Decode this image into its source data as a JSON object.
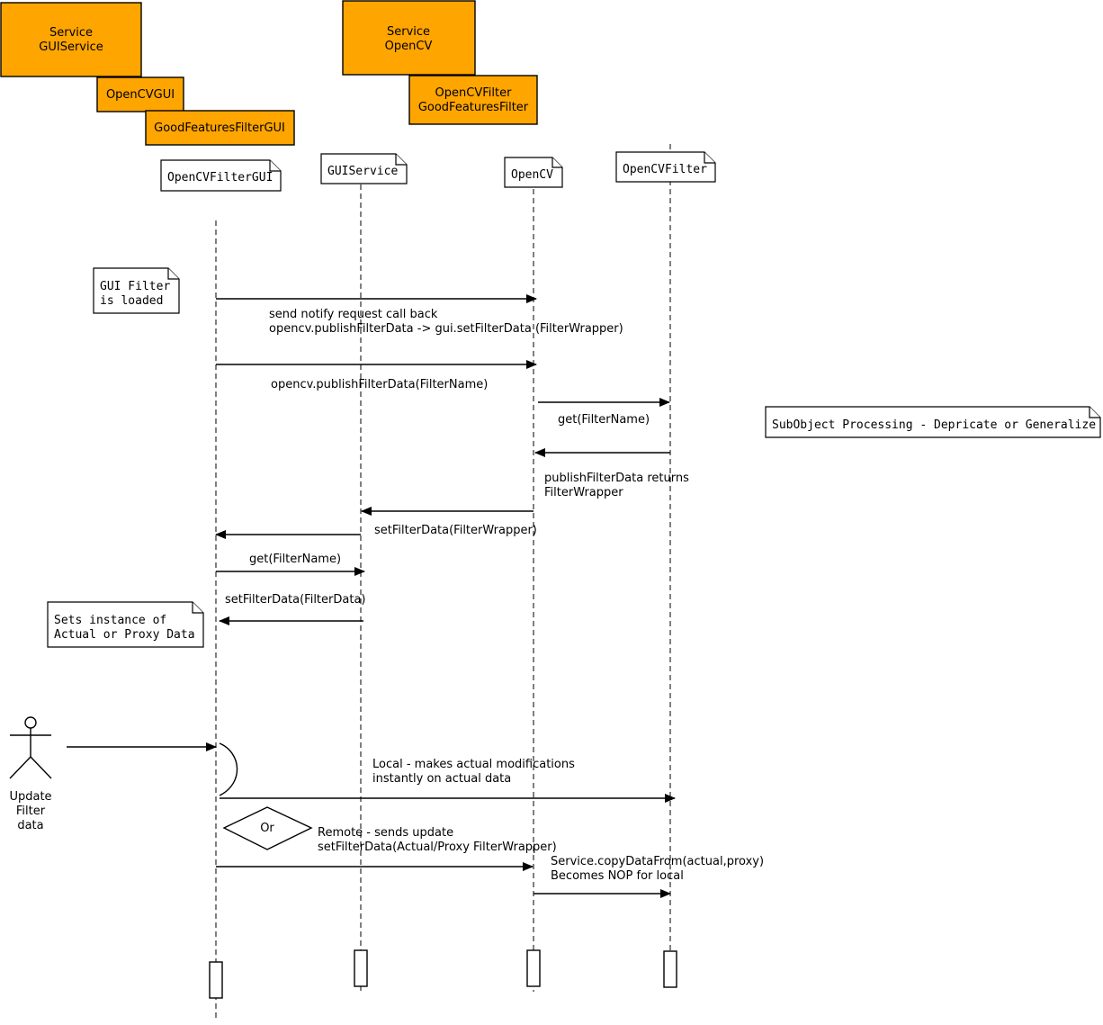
{
  "components": {
    "gui_service": [
      "Service",
      "GUIService"
    ],
    "opencv_gui": "OpenCVGUI",
    "good_features_filter_gui": "GoodFeaturesFilterGUI",
    "opencv_service": [
      "Service",
      "OpenCV"
    ],
    "opencv_filter": [
      "OpenCVFilter",
      "GoodFeaturesFilter"
    ]
  },
  "lifelines": {
    "opencv_filter_gui": "OpenCVFilterGUI",
    "gui_service": "GUIService",
    "opencv": "OpenCV",
    "opencv_filter": "OpenCVFilter"
  },
  "notes": {
    "gui_filter_loaded": [
      "GUI Filter",
      "is loaded"
    ],
    "subobject_processing": "SubObject Processing - Depricate or Generalize",
    "sets_instance": [
      "Sets instance of",
      "Actual or Proxy Data"
    ]
  },
  "messages": {
    "notify_request": [
      "send notify request call back",
      "opencv.publishFilterData -> gui.setFilterData (FilterWrapper)"
    ],
    "publish_filter_data": "opencv.publishFilterData(FilterName)",
    "get_filter_name_1": "get(FilterName)",
    "publish_returns": [
      "publishFilterData returns",
      "FilterWrapper"
    ],
    "set_filter_data_wrapper": "setFilterData(FilterWrapper)",
    "get_filter_name_2": "get(FilterName)",
    "set_filter_data_data": "setFilterData(FilterData)",
    "local_update": [
      "Local - makes actual modifications",
      "instantly on actual data"
    ],
    "remote_update": [
      "Remote - sends update",
      "setFilterData(Actual/Proxy FilterWrapper)"
    ],
    "copy_data": [
      "Service.copyDataFrom(actual,proxy)",
      "Becomes NOP for local"
    ]
  },
  "actor": {
    "label": [
      "Update",
      "Filter",
      "data"
    ]
  },
  "decision": {
    "label": "Or"
  }
}
